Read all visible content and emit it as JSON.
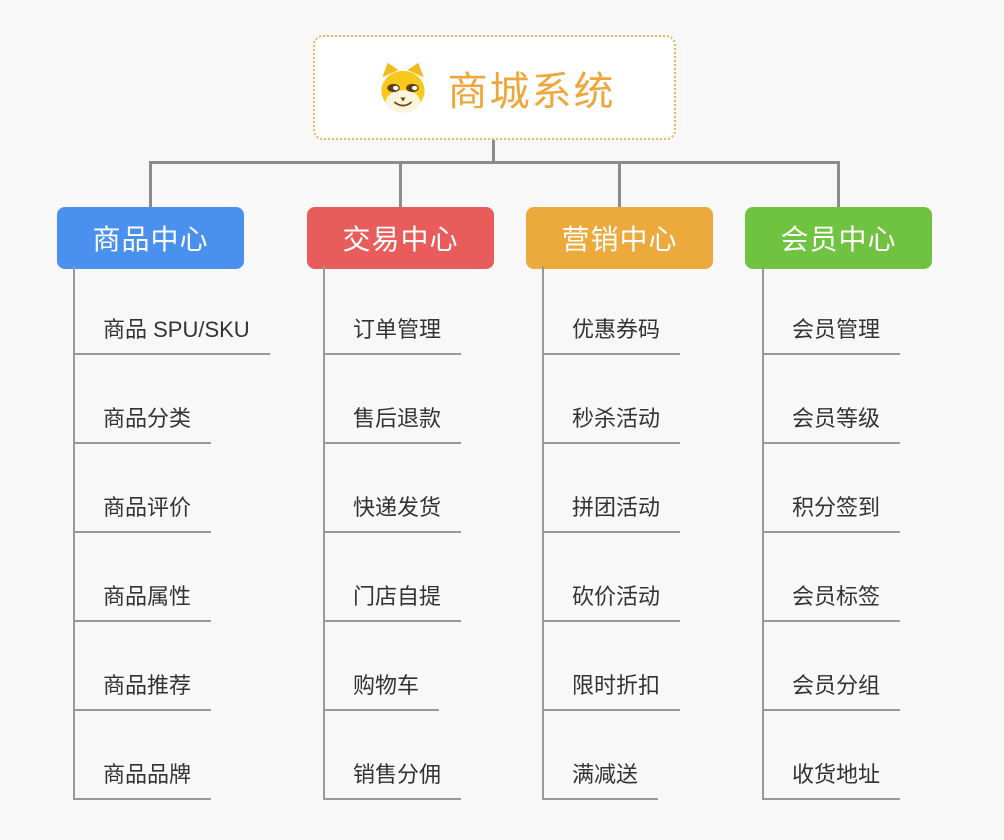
{
  "root": {
    "title": "商城系统",
    "icon": "dog-icon",
    "accent_color": "#f0a63c"
  },
  "branches": [
    {
      "label": "商品中心",
      "color": "#4a90ee",
      "children": [
        "商品 SPU/SKU",
        "商品分类",
        "商品评价",
        "商品属性",
        "商品推荐",
        "商品品牌"
      ]
    },
    {
      "label": "交易中心",
      "color": "#e85c5c",
      "children": [
        "订单管理",
        "售后退款",
        "快递发货",
        "门店自提",
        "购物车",
        "销售分佣"
      ]
    },
    {
      "label": "营销中心",
      "color": "#eca93c",
      "children": [
        "优惠券码",
        "秒杀活动",
        "拼团活动",
        "砍价活动",
        "限时折扣",
        "满减送"
      ]
    },
    {
      "label": "会员中心",
      "color": "#6fc340",
      "children": [
        "会员管理",
        "会员等级",
        "积分签到",
        "会员标签",
        "会员分组",
        "收货地址"
      ]
    }
  ],
  "colors": {
    "background": "#f8f8f8",
    "connector_line": "#8c8c8c",
    "leaf_line": "#999999",
    "leaf_text": "#333333"
  }
}
